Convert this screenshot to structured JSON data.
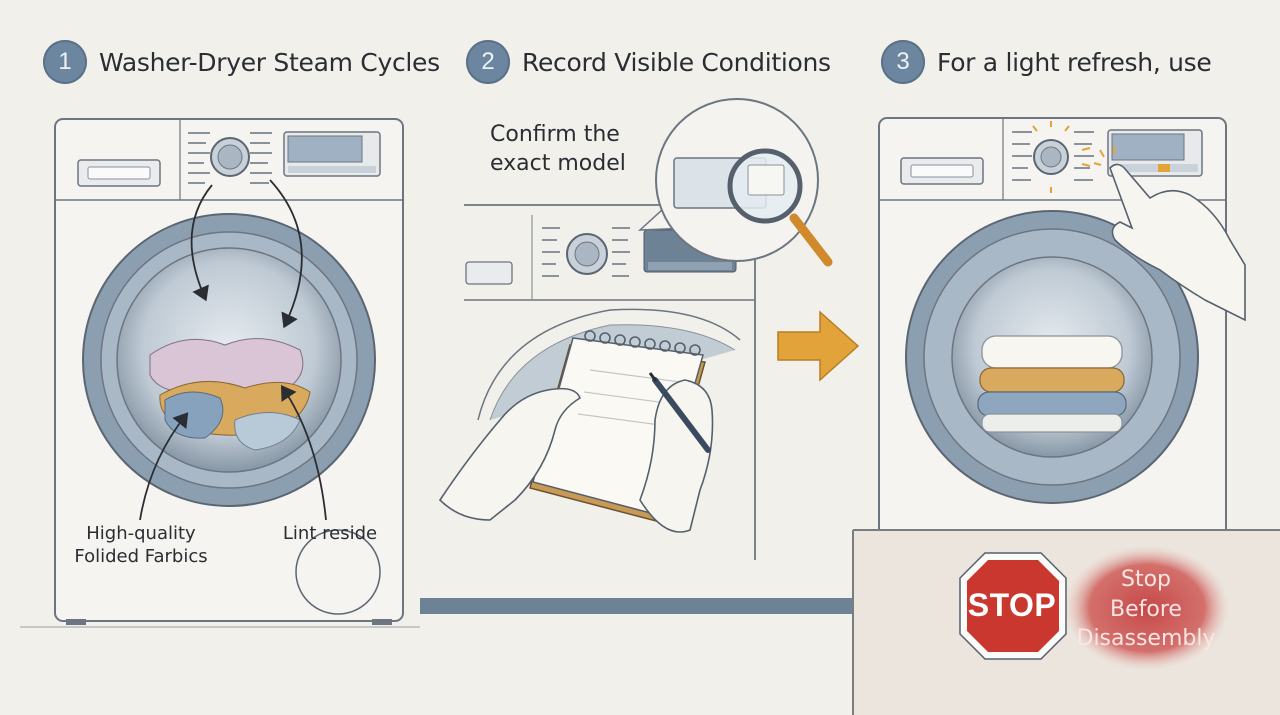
{
  "steps": [
    {
      "number": "1",
      "title": "Washer-Dryer Steam Cycles"
    },
    {
      "number": "2",
      "title": "Record Visible Conditions"
    },
    {
      "number": "3",
      "title": "For a light refresh, use"
    }
  ],
  "panel1": {
    "label_fabrics_line1": "High-quality",
    "label_fabrics_line2": "Folided Farbics",
    "label_lint": "Lint reside"
  },
  "panel2": {
    "callout_line1": "Confirm the",
    "callout_line2": "exact model"
  },
  "stop": {
    "sign_text": "STOP",
    "caption_line1": "Stop",
    "caption_line2": "Before",
    "caption_line3": "Disassembly"
  },
  "colors": {
    "badge": "#6d86a0",
    "accent_arrow": "#e2a33b",
    "flow_arrow": "#6e8296",
    "stop_red": "#c9372f",
    "machine_outline": "#6d7580"
  },
  "icons": [
    "magnifier-icon",
    "notepad-icon",
    "pen-icon",
    "stop-sign-icon",
    "arrow-right-icon"
  ]
}
